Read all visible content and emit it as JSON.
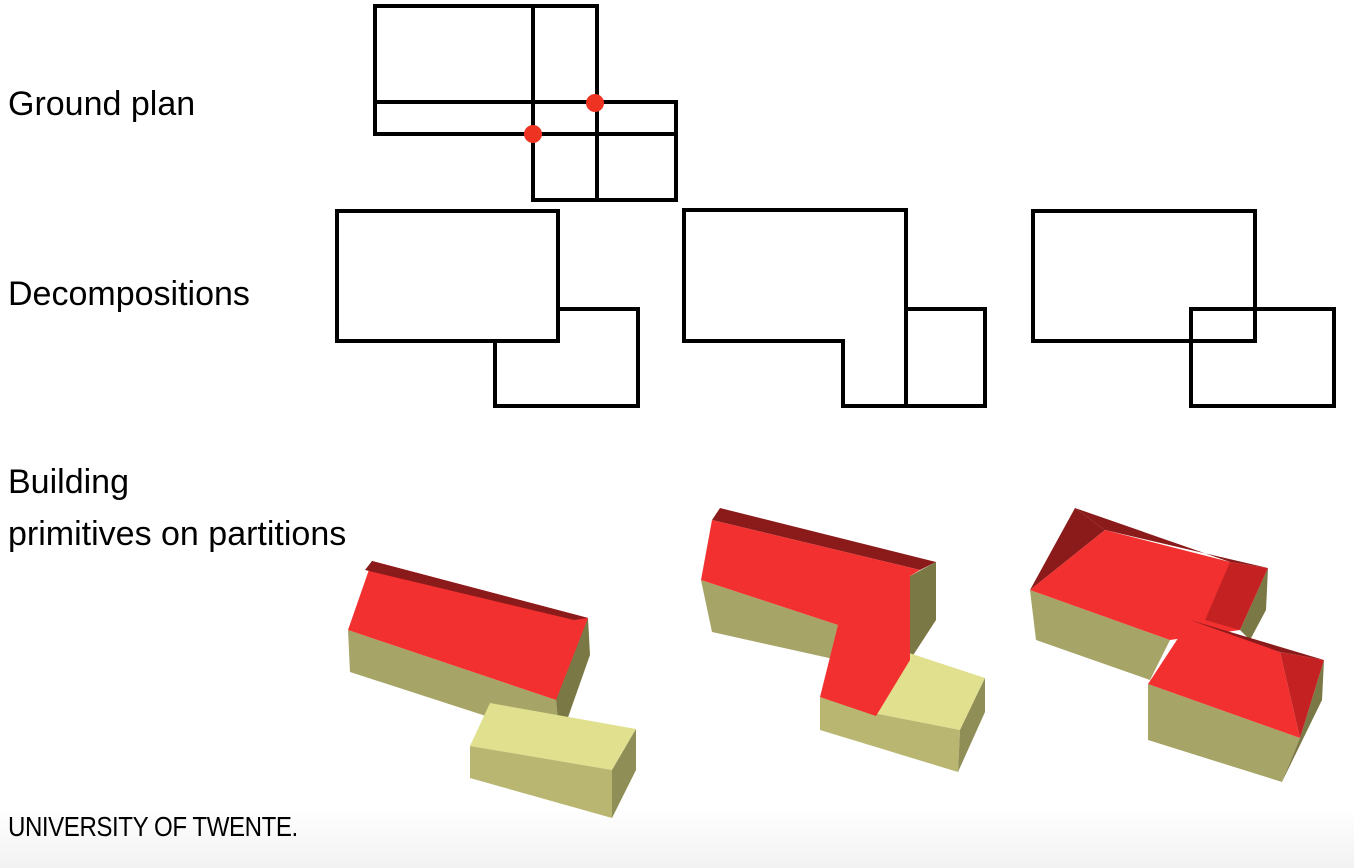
{
  "labels": {
    "ground_plan": "Ground plan",
    "decompositions": "Decompositions",
    "building_line1": "Building",
    "building_line2": "primitives on partitions"
  },
  "logo": "UNIVERSITY OF TWENTE.",
  "colors": {
    "outline": "#000000",
    "intersection_point": "#ee3322",
    "roof": "#f33030",
    "roof_dark": "#8b1a1a",
    "roof_hip": "#c42222",
    "wall_olive": "#a6a467",
    "wall_olive_dark": "#7a7845",
    "flat_top": "#e0e08e",
    "flat_wall": "#b8b670",
    "flat_wall_dark": "#8f8e57"
  }
}
